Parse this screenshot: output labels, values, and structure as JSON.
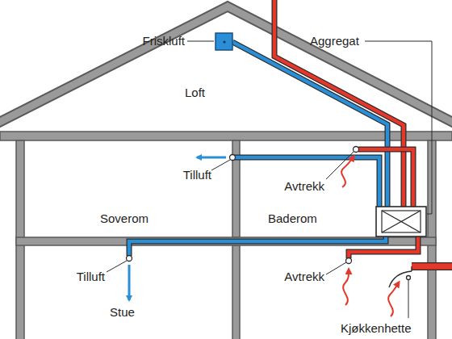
{
  "diagram": {
    "labels": [
      "Friskluft",
      "Aggregat",
      "Loft",
      "Tilluft",
      "Avtrekk",
      "Soverom",
      "Baderom",
      "Tilluft",
      "Stue",
      "Avtrekk",
      "Kjøkkenhette"
    ]
  }
}
